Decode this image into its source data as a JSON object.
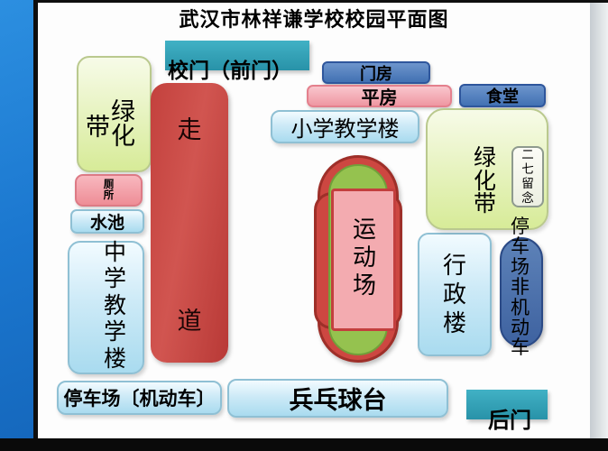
{
  "title": "武汉市林祥谦学校校园平面图",
  "labels": {
    "front_gate": "校门（前门）",
    "gatehouse": "门房",
    "bungalow": "平房",
    "canteen": "食堂",
    "primary_school_building": "小学教学楼",
    "green_belt_left_side_char": "带",
    "green_belt_left_stack": "绿化",
    "walkway_top": "走",
    "walkway_bottom": "道",
    "toilet": "厕\n所",
    "pool": "水池",
    "middle_school_building": "中学教学楼",
    "sports_field": "运动场",
    "admin_building": "行政楼",
    "green_belt_right": "绿化带",
    "memorial": "二七留念",
    "parking_non_motor": "停车场非机动车",
    "parking_motor": "停车场〔机动车〕",
    "pingpong_table": "兵乓球台",
    "back_gate": "后门"
  },
  "colors": {
    "gate_teal": "#2f9fb3",
    "building_blue": "#4a74b5",
    "bungalow_pink": "#f3a3ae",
    "light_blue_building": "#bfe5f4",
    "green_belt": "#dcee9f",
    "walkway_red": "#c7453f",
    "field_red": "#cd4741",
    "field_green": "#95c24f",
    "field_pink": "#f3abb0",
    "parking_pill_blue": "#4a6ca8",
    "sidebar_blue": "#1b7ad3"
  }
}
